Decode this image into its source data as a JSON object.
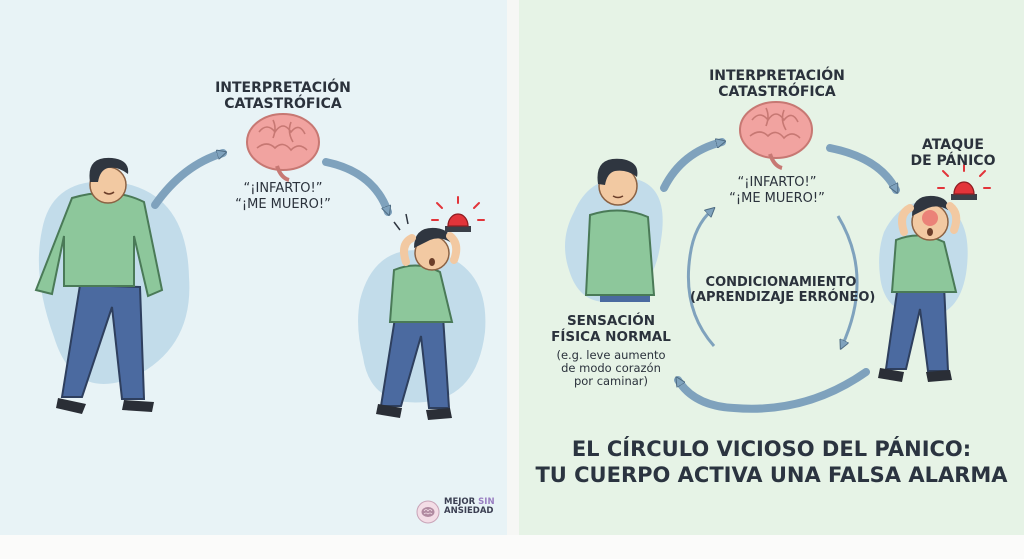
{
  "left_panel": {
    "interpretation_title": [
      "INTERPRETACIÓN",
      "CATASTRÓFICA"
    ],
    "thoughts": [
      "“¡INFARTO!”",
      "“¡ME MUERO!”"
    ]
  },
  "right_panel": {
    "interpretation_title": [
      "INTERPRETACIÓN",
      "CATASTRÓFICA"
    ],
    "thoughts": [
      "“¡INFARTO!”",
      "“¡ME MUERO!”"
    ],
    "attack_label": [
      "ATAQUE",
      "DE PÁNICO"
    ],
    "conditioning_label": [
      "CONDICIONAMIENTO",
      "(APRENDIZAJE ERRÓNEO)"
    ],
    "sensation_title": [
      "SENSACIÓN",
      "FÍSICA NORMAL"
    ],
    "sensation_note": [
      "(e.g. leve aumento",
      "de modo corazón",
      "por caminar)"
    ],
    "headline": [
      "EL CÍRCULO VICIOSO DEL PÁNICO:",
      "TU CUERPO ACTIVA UNA FALSA ALARMA"
    ]
  },
  "logo": {
    "line1_a": "MEJOR",
    "line1_b": " SIN",
    "line2": "ANSIEDAD"
  },
  "colors": {
    "shirt": "#8dc79b",
    "pants": "#4b6aa0",
    "hair": "#2f3640",
    "skin": "#f2c9a2",
    "brain": "#f1a3a0",
    "arrow": "#7fa2bd",
    "alarm": "#e2343a",
    "blob": "#c2dcea"
  }
}
